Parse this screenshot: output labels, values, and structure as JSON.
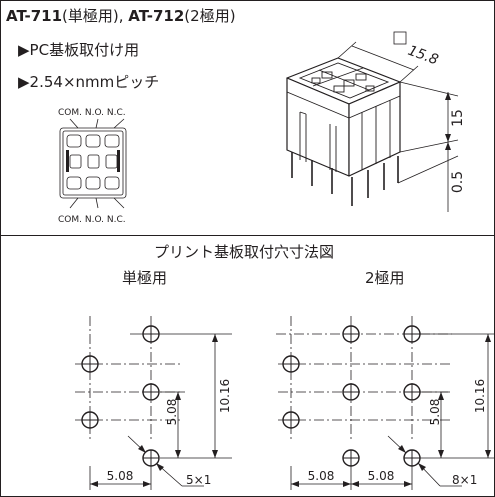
{
  "header": {
    "model1": "AT-711",
    "model1_note": "(単極用),",
    "model2": "AT-712",
    "model2_note": "(2極用)"
  },
  "features": [
    {
      "bullet": "▶",
      "text": "PC基板取付け用"
    },
    {
      "bullet": "▶",
      "text": "2.54×nmmピッチ"
    }
  ],
  "terminal_diagram": {
    "top_labels": "COM. N.O. N.C.",
    "bottom_labels": "COM. N.O. N.C."
  },
  "iso_drawing": {
    "dim_width": "15.8",
    "dim_height": "15",
    "dim_pin": "0.5"
  },
  "layout_section": {
    "title": "プリント基板取付穴寸法図",
    "single": {
      "label": "単極用",
      "dim_row_pitch": "5.08",
      "dim_total": "10.16",
      "dim_col_pitch": "5.08",
      "hole_note": "5×1"
    },
    "double": {
      "label": "2極用",
      "dim_row_pitch": "5.08",
      "dim_total": "10.16",
      "dim_col_pitch_1": "5.08",
      "dim_col_pitch_2": "5.08",
      "hole_note": "8×1"
    }
  },
  "colors": {
    "ink": "#231f20",
    "background": "#ffffff"
  }
}
